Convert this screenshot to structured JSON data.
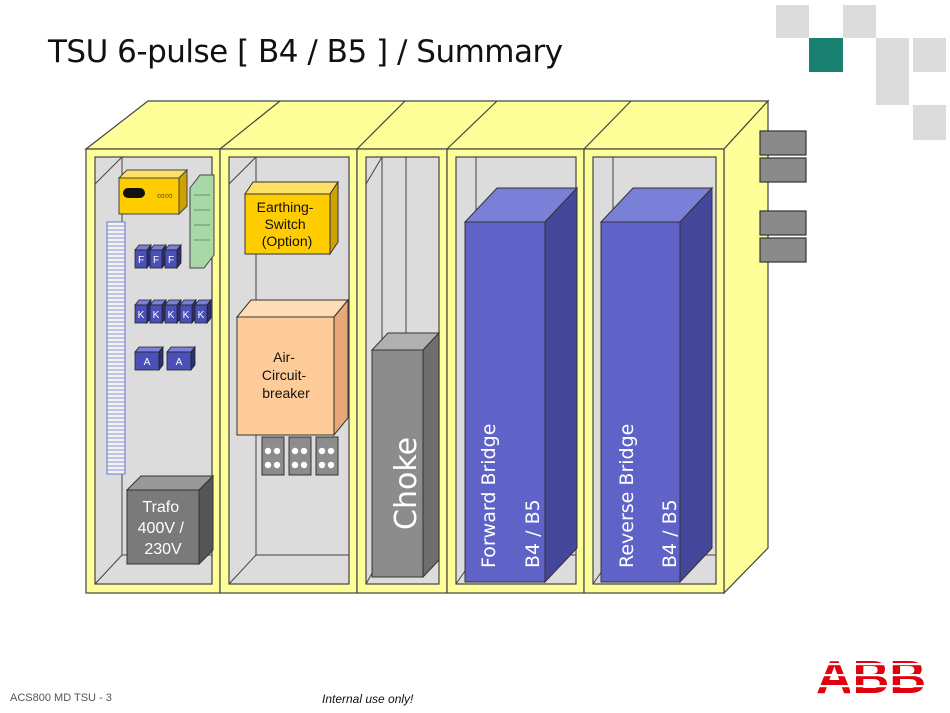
{
  "slide": {
    "title": "TSU 6-pulse [ B4 / B5 ] / Summary",
    "footer_left": "ACS800 MD TSU",
    "page_number": "- 3",
    "footer_center": "Internal use only!",
    "logo_text": "ABB"
  },
  "colors": {
    "cabinet_fill": "#ffff99",
    "cabinet_inner": "#dcdcdc",
    "bridge_front": "#5f63c8",
    "bridge_side": "#45489a",
    "bridge_top": "#7a7fd8",
    "earthing_switch": "#ffcc00",
    "breaker": "#ffcc99",
    "choke": "#8c8c8c",
    "trafo": "#7a7a7a",
    "logo": "#e2000f",
    "accent_square": "#1a8070"
  },
  "components": {
    "fuse_labels": [
      "F",
      "F",
      "F"
    ],
    "contactor_labels": [
      "K",
      "K",
      "K",
      "K",
      "K"
    ],
    "ammeter_labels": [
      "A",
      "A"
    ],
    "earthing_switch": [
      "Earthing-",
      "Switch",
      "(Option)"
    ],
    "breaker": [
      "Air-",
      "Circuit-",
      "breaker"
    ],
    "trafo": [
      "Trafo",
      "400V /",
      "230V"
    ],
    "choke": "Choke",
    "forward_bridge": {
      "name": "Forward Bridge",
      "type": "B4 / B5"
    },
    "reverse_bridge": {
      "name": "Reverse Bridge",
      "type": "B4 / B5"
    }
  }
}
